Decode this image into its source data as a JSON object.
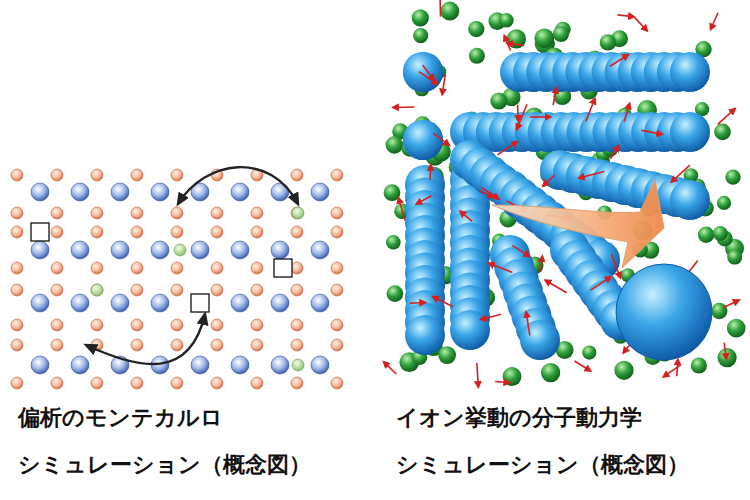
{
  "diagram": {
    "labels": [
      "偏析のモンテカルロ",
      "シミュレーション（概念図）",
      "イオン挙動の分子動力学",
      "シミュレーション（概念図）"
    ]
  }
}
